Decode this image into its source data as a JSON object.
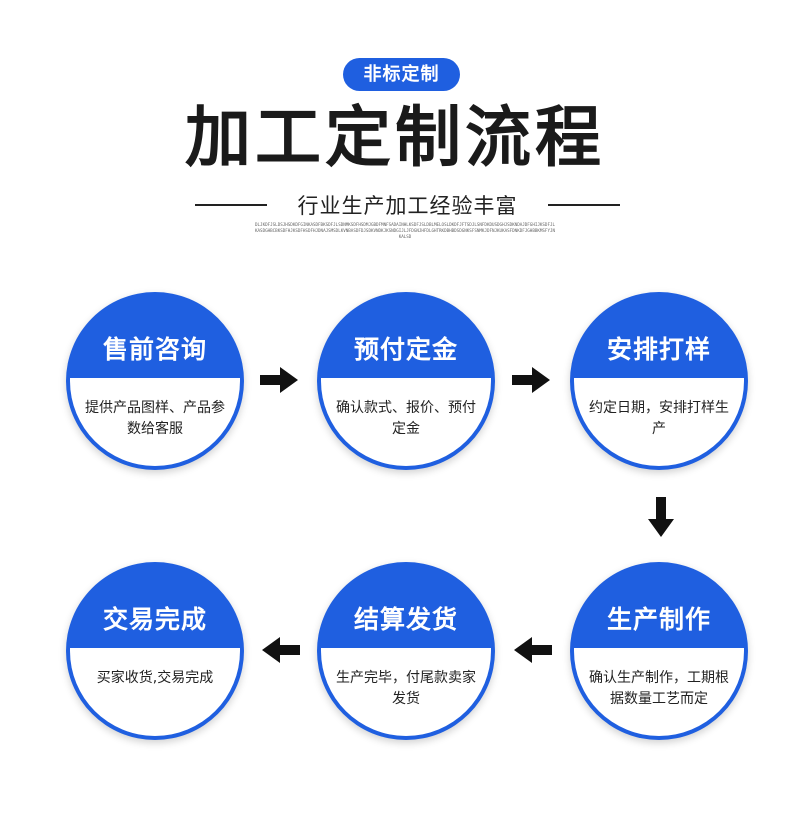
{
  "header": {
    "badge": "非标定制",
    "title": "加工定制流程",
    "subtitle": "行业生产加工经验丰富",
    "fine_print": "DLJKDFJSLDSJHSDKDFGINKASDFBKSDFJLSDNMKSDFHSDMJGBDFMNFSADAINHLKSDFJSLDBLMELOSLDKDFJFTSDJLSNFDKDUSDGHJSDKNDAJDFGHIJKSDFJLKASDGHBCBKSDFHJKSDFHSDFHJDNAJSMSDLKVNBASDFDJSDKVNDKJKSNDGIJLJFDGNJHFDLGHTRKDBHBDSDGNKSFSNMKJDFNJKUKASFDNKDFJGHBBKMSFYJNKALSD"
  },
  "steps": [
    {
      "title": "售前咨询",
      "desc": "提供产品图样、产品参数给客服"
    },
    {
      "title": "预付定金",
      "desc": "确认款式、报价、预付定金"
    },
    {
      "title": "安排打样",
      "desc": "约定日期，安排打样生产"
    },
    {
      "title": "生产制作",
      "desc": "确认生产制作，工期根据数量工艺而定"
    },
    {
      "title": "结算发货",
      "desc": "生产完毕，付尾款卖家发货"
    },
    {
      "title": "交易完成",
      "desc": "买家收货,交易完成"
    }
  ],
  "colors": {
    "accent": "#1f5fe0",
    "arrow": "#111111",
    "text": "#1a1a1a"
  },
  "icons": {
    "arrow_right": "arrow-right-icon",
    "arrow_down": "arrow-down-icon",
    "arrow_left": "arrow-left-icon"
  }
}
